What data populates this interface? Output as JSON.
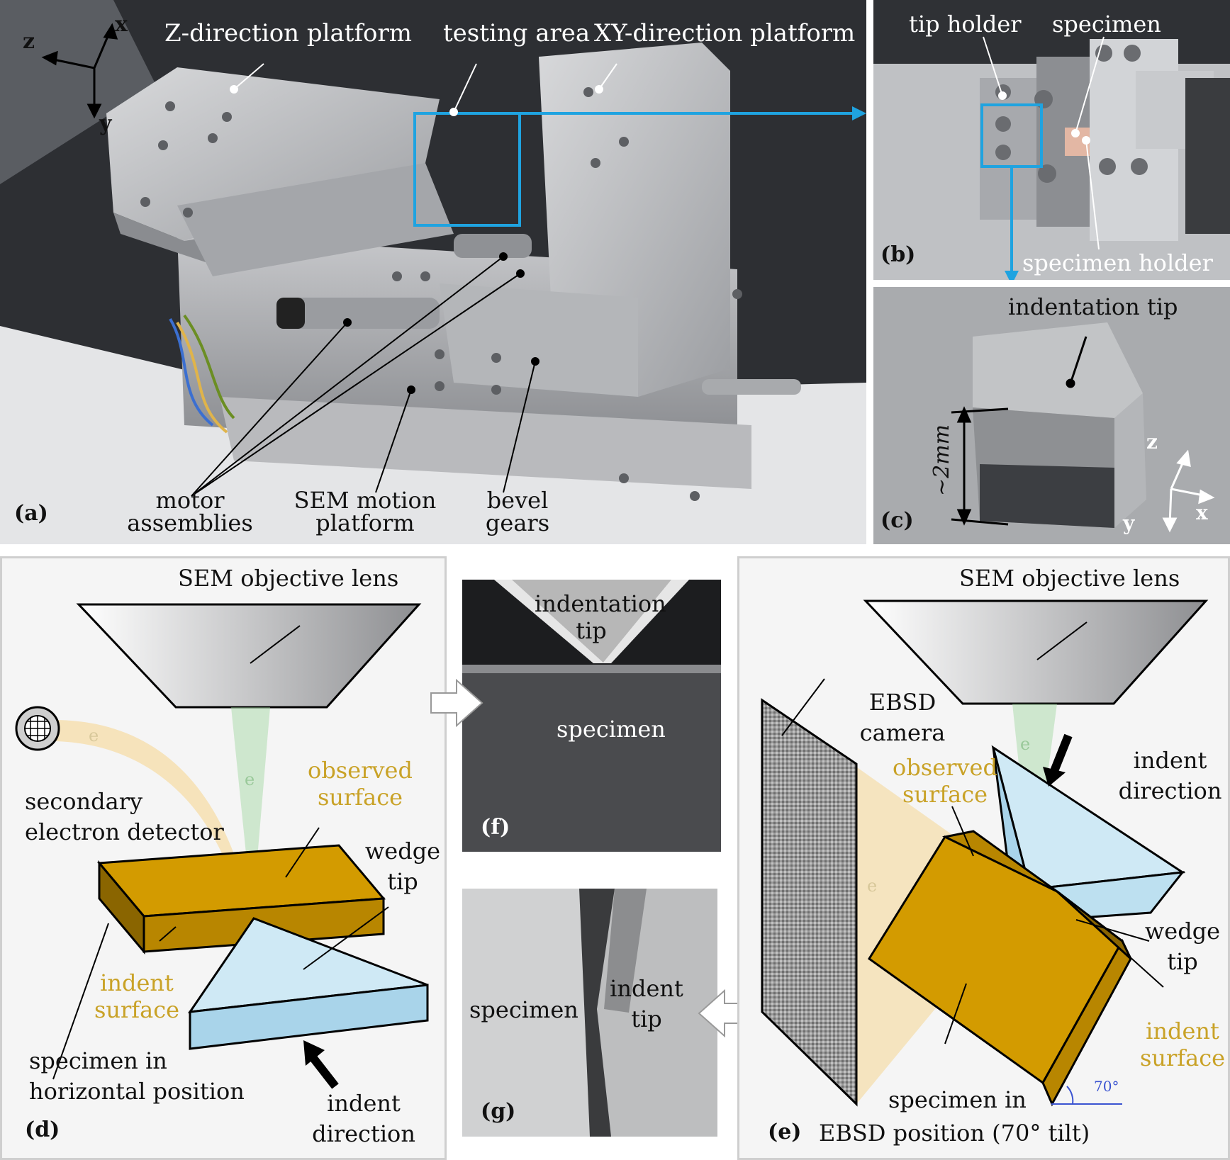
{
  "panel_a": {
    "label": "(a)",
    "z_dir": "Z-direction platform",
    "testing": "testing area",
    "xy_dir": "XY-direction platform",
    "motor_1": "motor",
    "motor_2": "assemblies",
    "sem_1": "SEM motion",
    "sem_2": "platform",
    "bevel_1": "bevel",
    "bevel_2": "gears",
    "ax_z": "z",
    "ax_x": "x",
    "ax_y": "y"
  },
  "panel_b": {
    "label": "(b)",
    "tip_holder": "tip holder",
    "specimen": "specimen",
    "specimen_holder": "specimen holder"
  },
  "panel_c": {
    "label": "(c)",
    "indentation_tip": "indentation tip",
    "size": "~2mm",
    "ax_z": "z",
    "ax_x": "x",
    "ax_y": "y"
  },
  "panel_d": {
    "label": "(d)",
    "lens": "SEM objective lens",
    "electron": "e",
    "sed_1": "secondary",
    "sed_2": "electron detector",
    "obs_1": "observed",
    "obs_2": "surface",
    "wedge_1": "wedge",
    "wedge_2": "tip",
    "indent_s_1": "indent",
    "indent_s_2": "surface",
    "spec_1": "specimen in",
    "spec_2": "horizontal  position",
    "dir_1": "indent",
    "dir_2": "direction"
  },
  "panel_f": {
    "label": "(f)",
    "tip_1": "indentation",
    "tip_2": "tip",
    "specimen": "specimen"
  },
  "panel_g": {
    "label": "(g)",
    "specimen": "specimen",
    "tip_1": "indent",
    "tip_2": "tip"
  },
  "panel_e": {
    "label": "(e)",
    "lens": "SEM objective lens",
    "electron": "e",
    "ebsd_1": "EBSD",
    "ebsd_2": "camera",
    "obs_1": "observed",
    "obs_2": "surface",
    "dir_1": "indent",
    "dir_2": "direction",
    "wedge_1": "wedge",
    "wedge_2": "tip",
    "indent_s_1": "indent",
    "indent_s_2": "surface",
    "spec_1": "specimen in",
    "spec_2": "EBSD position (70° tilt)",
    "angle": "70°"
  },
  "colors": {
    "callout_blue": "#1fa3e0",
    "specimen_gold": "#d39b00",
    "wedge_blue": "#cfe9f5",
    "label_gold": "#c9a227"
  }
}
